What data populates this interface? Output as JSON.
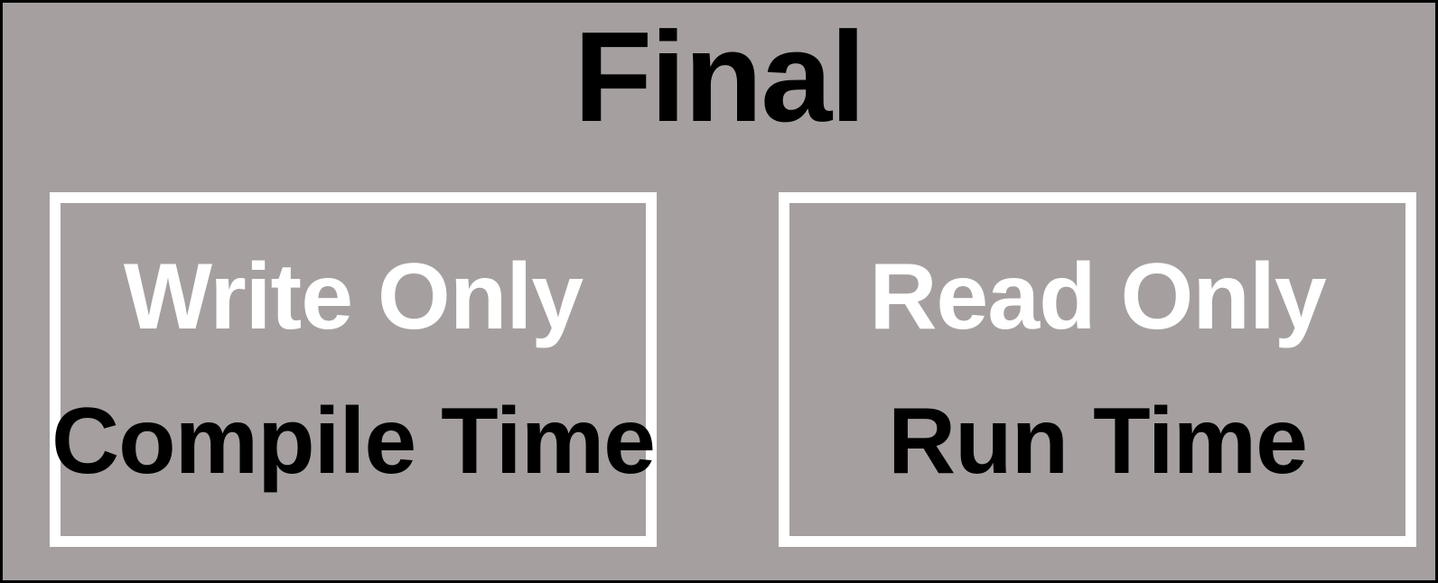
{
  "diagram": {
    "title": "Final",
    "boxes": [
      {
        "top_label": "Write Only",
        "bottom_label": "Compile Time"
      },
      {
        "top_label": "Read Only",
        "bottom_label": "Run Time"
      }
    ]
  },
  "colors": {
    "background": "#a5a09f",
    "outer_border": "#000000",
    "box_border": "#ffffff",
    "title_text": "#000000",
    "top_label_text": "#ffffff",
    "bottom_label_text": "#000000"
  }
}
